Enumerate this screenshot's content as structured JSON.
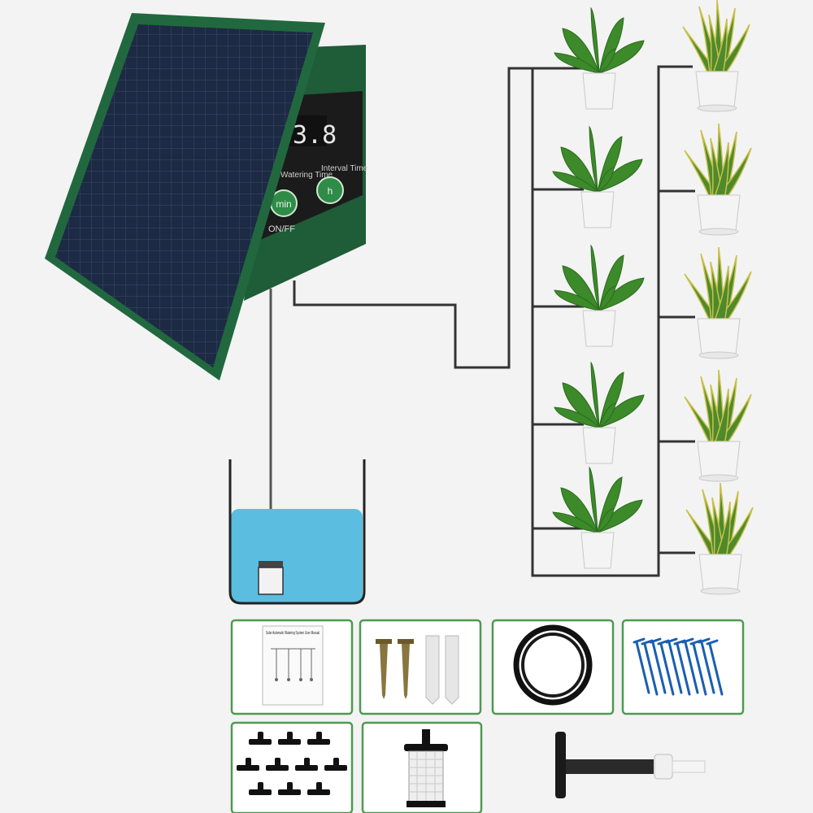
{
  "controller": {
    "display_value": "3.8",
    "label_watering": "Watering Time",
    "label_interval": "Interval Time",
    "button_min": "min",
    "button_h": "h",
    "label_onoff": "ON/FF"
  },
  "manual": {
    "title": "Solar Automatic Watering System User Manual"
  },
  "colors": {
    "panel_green": "#1e5d3a",
    "frame_green": "#4f9a50",
    "water_blue": "#5bbde0",
    "tube": "#444444",
    "stake_blue": "#1a5fb0"
  },
  "icons": [
    "solar-panel-icon",
    "controller-icon",
    "water-bucket-icon",
    "pump-icon",
    "plant-icon",
    "manual-icon",
    "screw-icon",
    "anchor-icon",
    "tube-coil-icon",
    "drip-stake-icon",
    "tee-connector-icon",
    "filter-icon",
    "valve-connector-icon"
  ]
}
